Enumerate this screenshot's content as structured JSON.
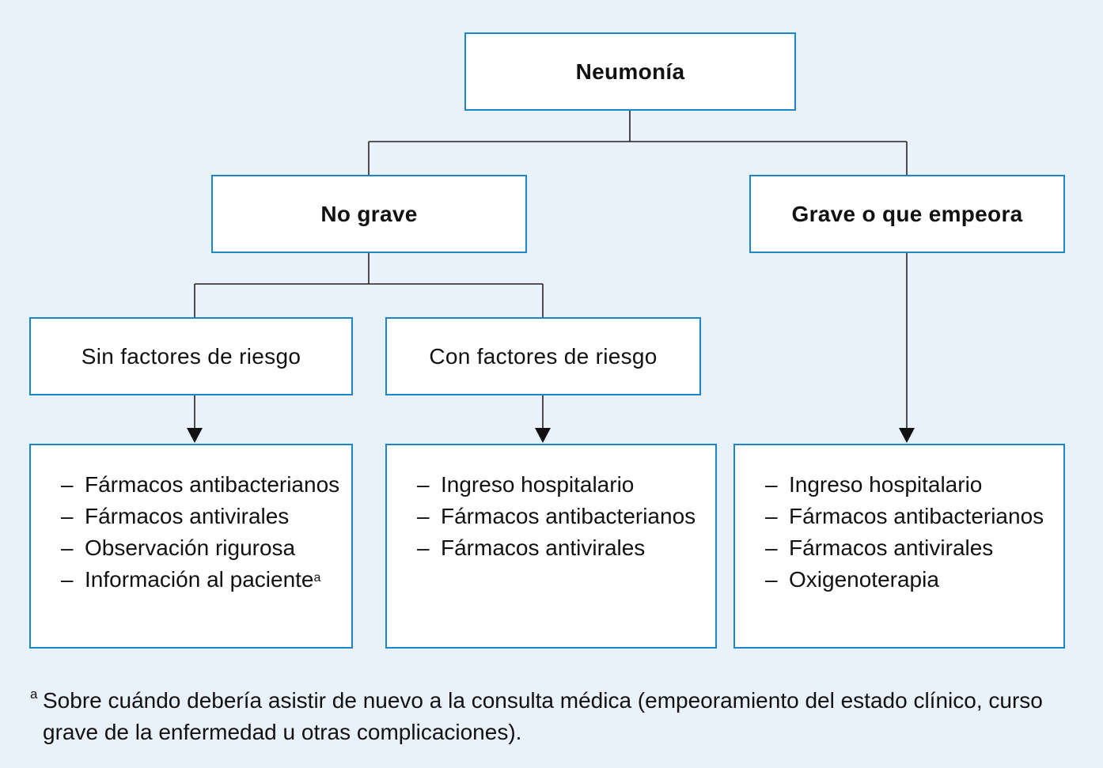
{
  "root": {
    "label": "Neumonía"
  },
  "branches": {
    "mild": {
      "label": "No grave"
    },
    "severe": {
      "label": "Grave o que empeora"
    }
  },
  "subgroups": {
    "no_risk": {
      "label": "Sin factores de riesgo"
    },
    "risk": {
      "label": "Con factores de riesgo"
    }
  },
  "treatments": {
    "no_risk": {
      "items": [
        {
          "text": "Fármacos antibacterianos"
        },
        {
          "text": "Fármacos antivirales"
        },
        {
          "text": "Observación rigurosa"
        },
        {
          "text": "Información al paciente",
          "note": "a"
        }
      ]
    },
    "risk": {
      "items": [
        {
          "text": "Ingreso hospitalario"
        },
        {
          "text": "Fármacos antibacterianos"
        },
        {
          "text": "Fármacos antivirales"
        }
      ]
    },
    "severe": {
      "items": [
        {
          "text": "Ingreso hospitalario"
        },
        {
          "text": "Fármacos antibacterianos"
        },
        {
          "text": "Fármacos antivirales"
        },
        {
          "text": "Oxigenoterapia"
        }
      ]
    }
  },
  "bullet": "–",
  "footnote": {
    "mark": "a",
    "text": "Sobre cuándo debería asistir de nuevo a la consulta médica (empeoramiento del estado clínico, curso grave de la enfermedad u otras complicaciones)."
  },
  "colors": {
    "background": "#e9f1fa",
    "box_border": "#1a86c8",
    "connector": "#222222"
  }
}
